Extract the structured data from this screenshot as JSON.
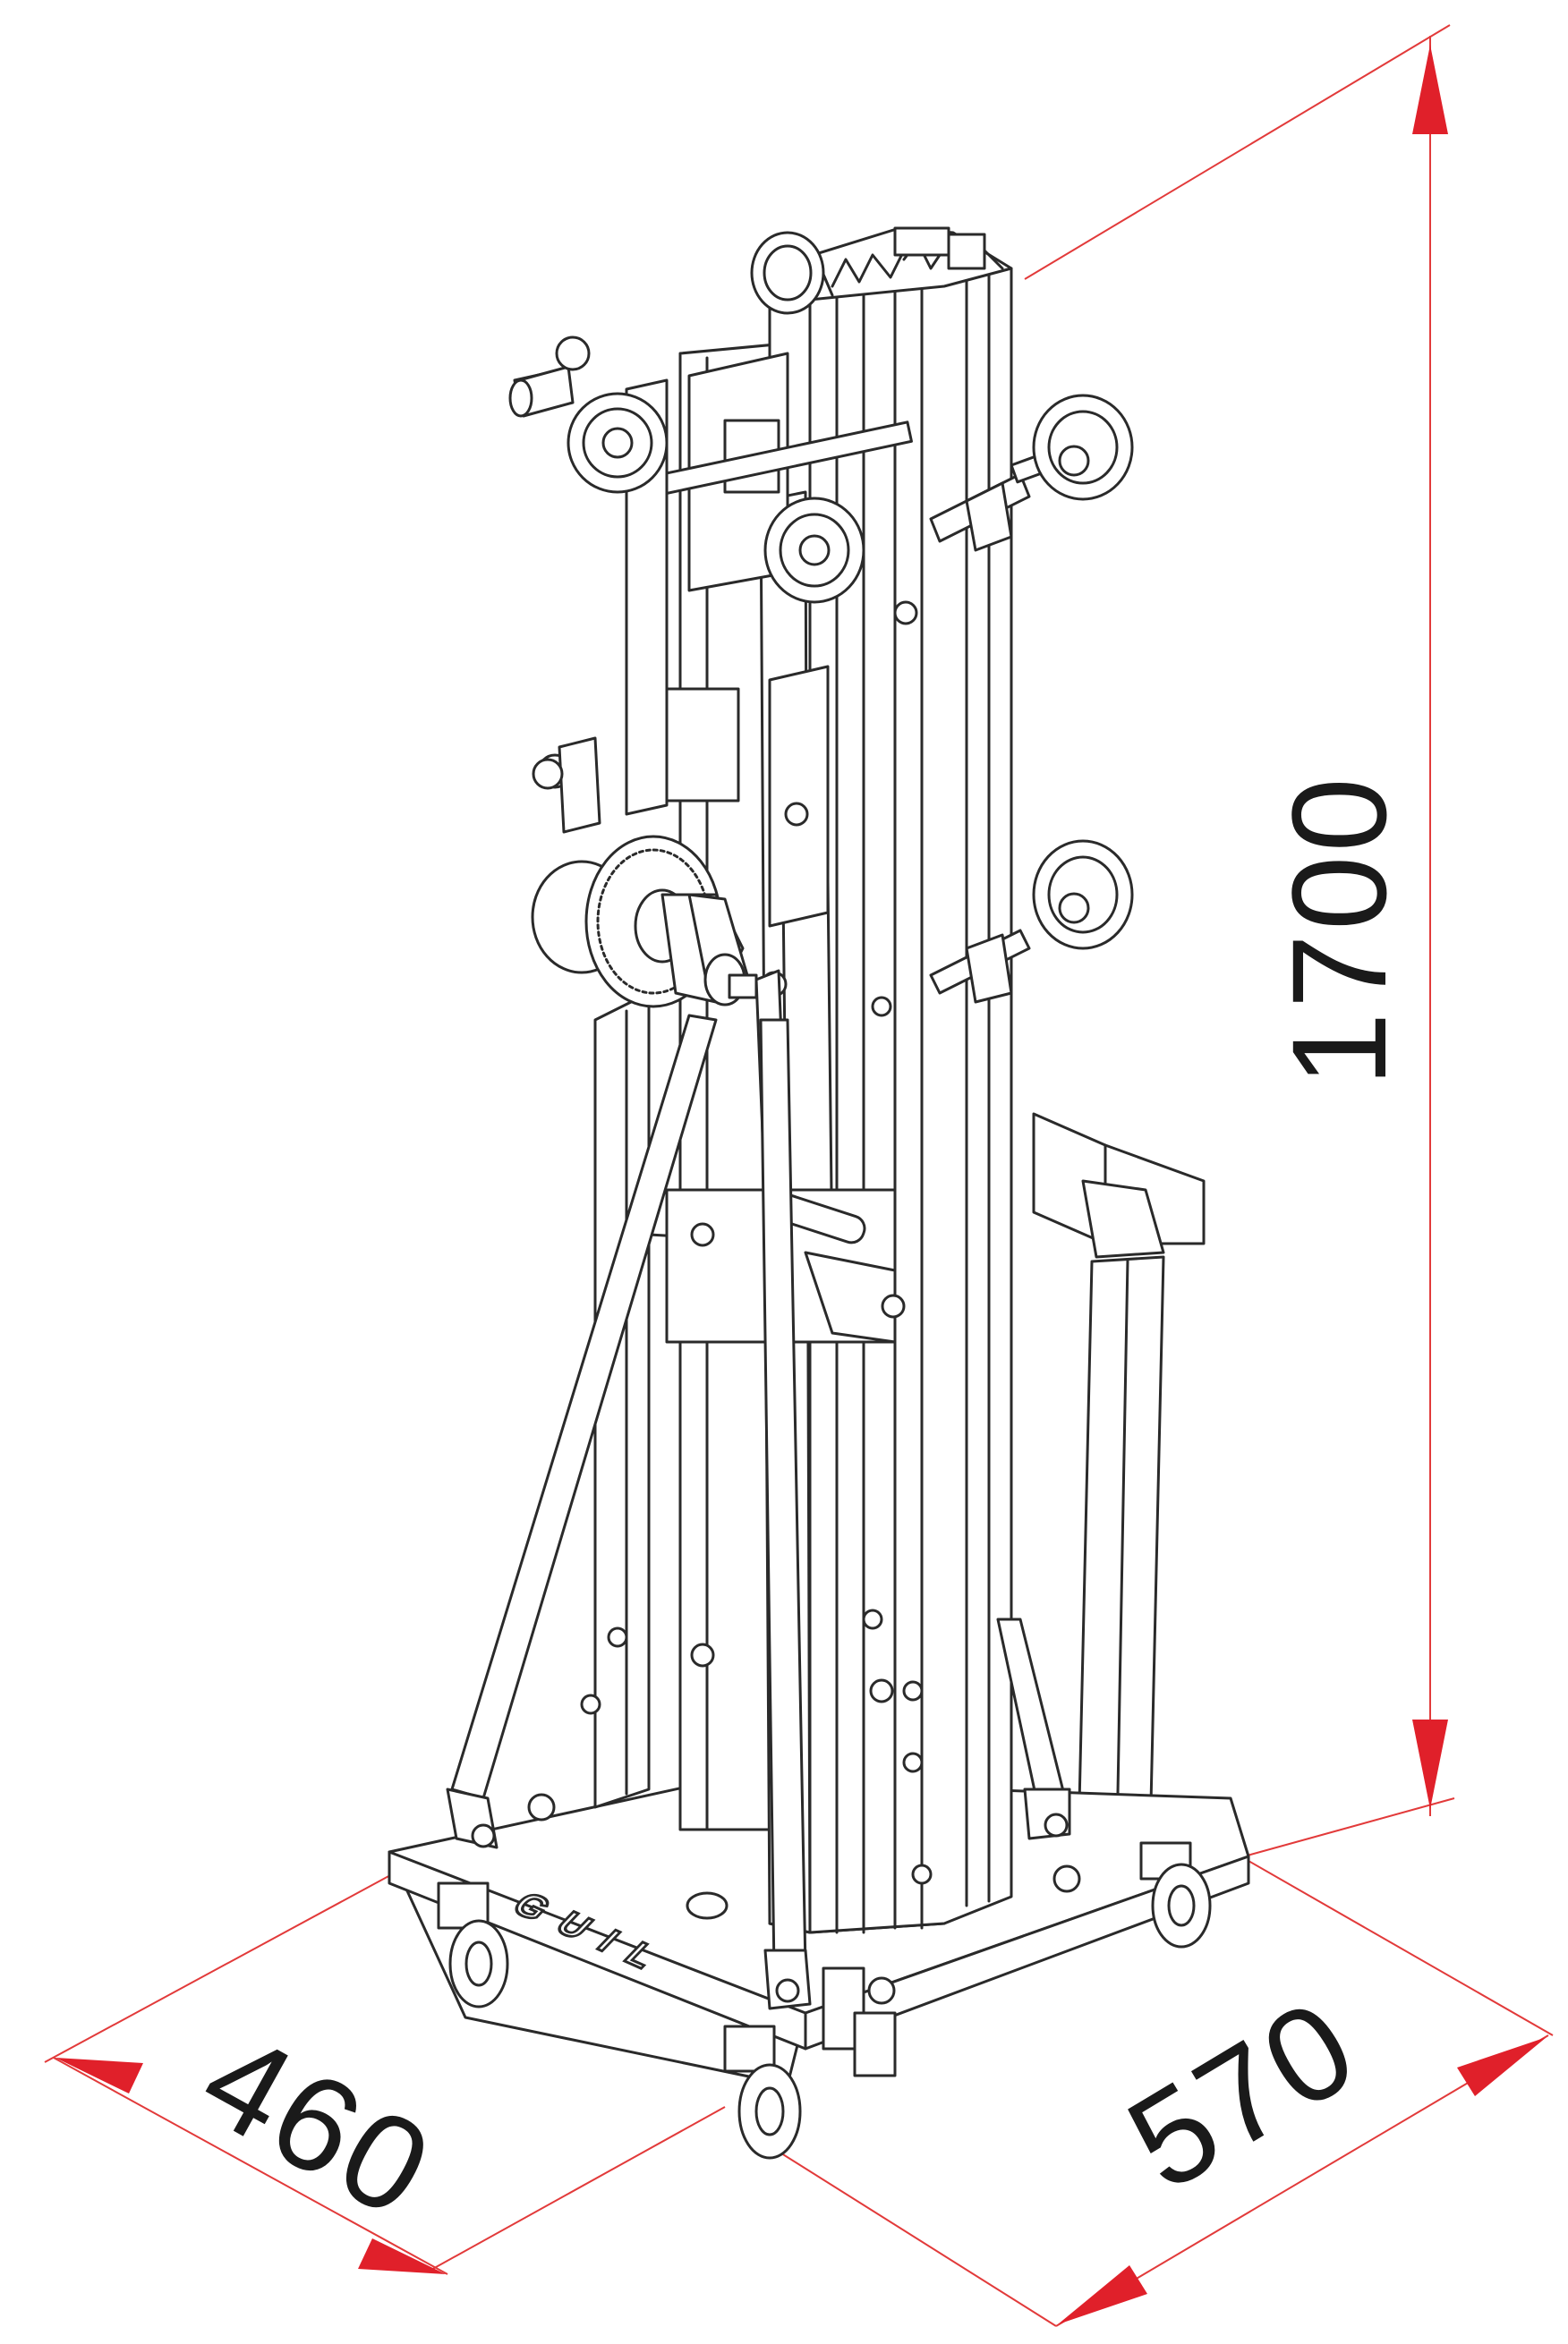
{
  "dimensions": {
    "height": "1700",
    "width": "460",
    "depth": "570"
  },
  "brand_text": "GUIL",
  "colors": {
    "dimension_line": "#e23a3a",
    "arrow": "#e0202a",
    "line_art": "#2a2a2a",
    "background": "#ffffff"
  }
}
